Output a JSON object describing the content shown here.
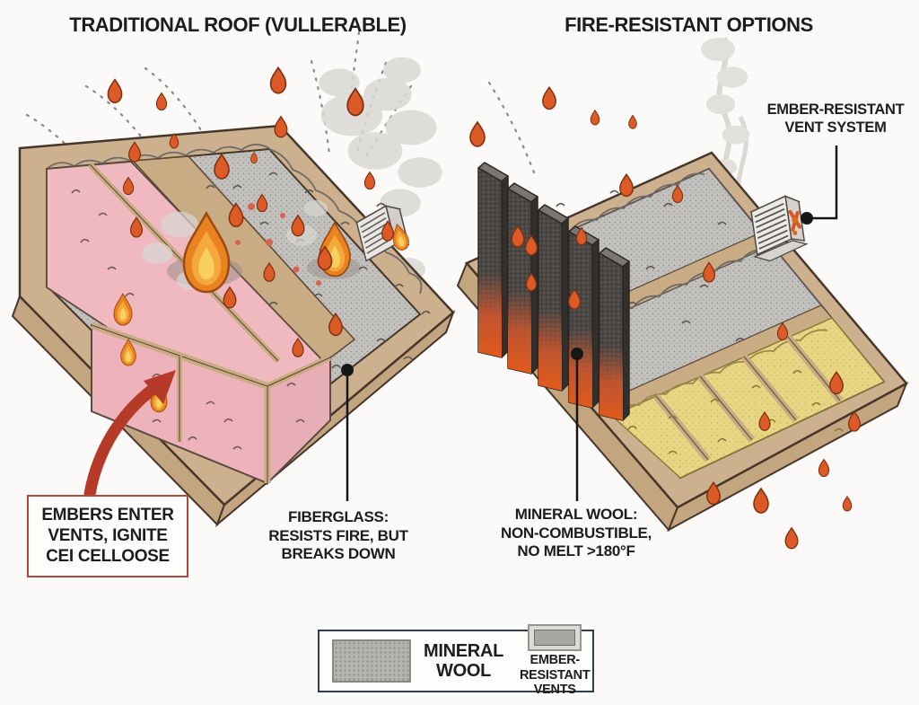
{
  "panels": {
    "left": {
      "title": "TRADITIONAL ROOF (VULLERABLE)"
    },
    "right": {
      "title": "FIRE-RESISTANT OPTIONS"
    }
  },
  "labels": {
    "vent_system": {
      "line1": "EMBER-RESISTANT",
      "line2": "VENT SYSTEM"
    },
    "callout": {
      "line1": "EMBERS ENTER",
      "line2": "VENTS, IGNITE",
      "line3": "CEI CELLOOSE"
    },
    "fiberglass": {
      "line1": "FIBERGLASS:",
      "line2": "RESISTS FIRE, BUT",
      "line3": "BREAKS DOWN"
    },
    "mineral_wool": {
      "line1": "MINERAL WOOL:",
      "line2": "NON-COMBUSTIBLE,",
      "line3": "NO MELT >180°F"
    }
  },
  "legend": {
    "mineral_wool": {
      "line1": "MINERAL",
      "line2": "WOOL"
    },
    "ember_vents": {
      "line1": "EMBER-RESISTANT",
      "line2": "VENTS"
    }
  },
  "colors": {
    "background": "#fbfaf8",
    "ember": "#dc5a26",
    "flame": "#e8831f",
    "flame_core": "#f6c445",
    "smoke": "#d9d8d5",
    "wood": "#cdb18f",
    "pink_insulation": "#f0b9bf",
    "gray_insulation": "#c3c1be",
    "yellow_insulation": "#e7d684",
    "charcoal_board": "#4b4745",
    "ember_glow": "#e0632f",
    "arrow_red": "#b53b28",
    "callout_border": "#ad4a3a",
    "legend_border": "#2c3e50",
    "text": "#1e1d1b"
  }
}
